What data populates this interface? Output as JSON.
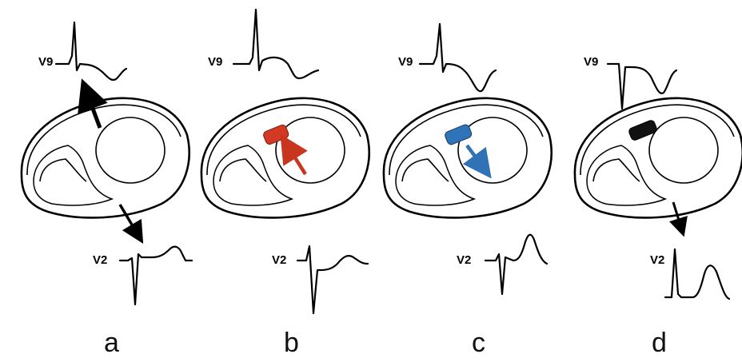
{
  "colors": {
    "ink": "#000000",
    "lesion_b": "#d23a24",
    "lesion_c": "#2f74b8",
    "lesion_d": "#111111",
    "arrow_a": "#000000",
    "arrow_b": "#c8361f",
    "arrow_c": "#2f72b5",
    "arrow_d": "#000000"
  },
  "panels": [
    {
      "letter": "a",
      "lead_top": "V9",
      "lead_bottom": "V2"
    },
    {
      "letter": "b",
      "lead_top": "V9",
      "lead_bottom": "V2"
    },
    {
      "letter": "c",
      "lead_top": "V9",
      "lead_bottom": "V2"
    },
    {
      "letter": "d",
      "lead_top": "V9",
      "lead_bottom": "V2"
    }
  ]
}
